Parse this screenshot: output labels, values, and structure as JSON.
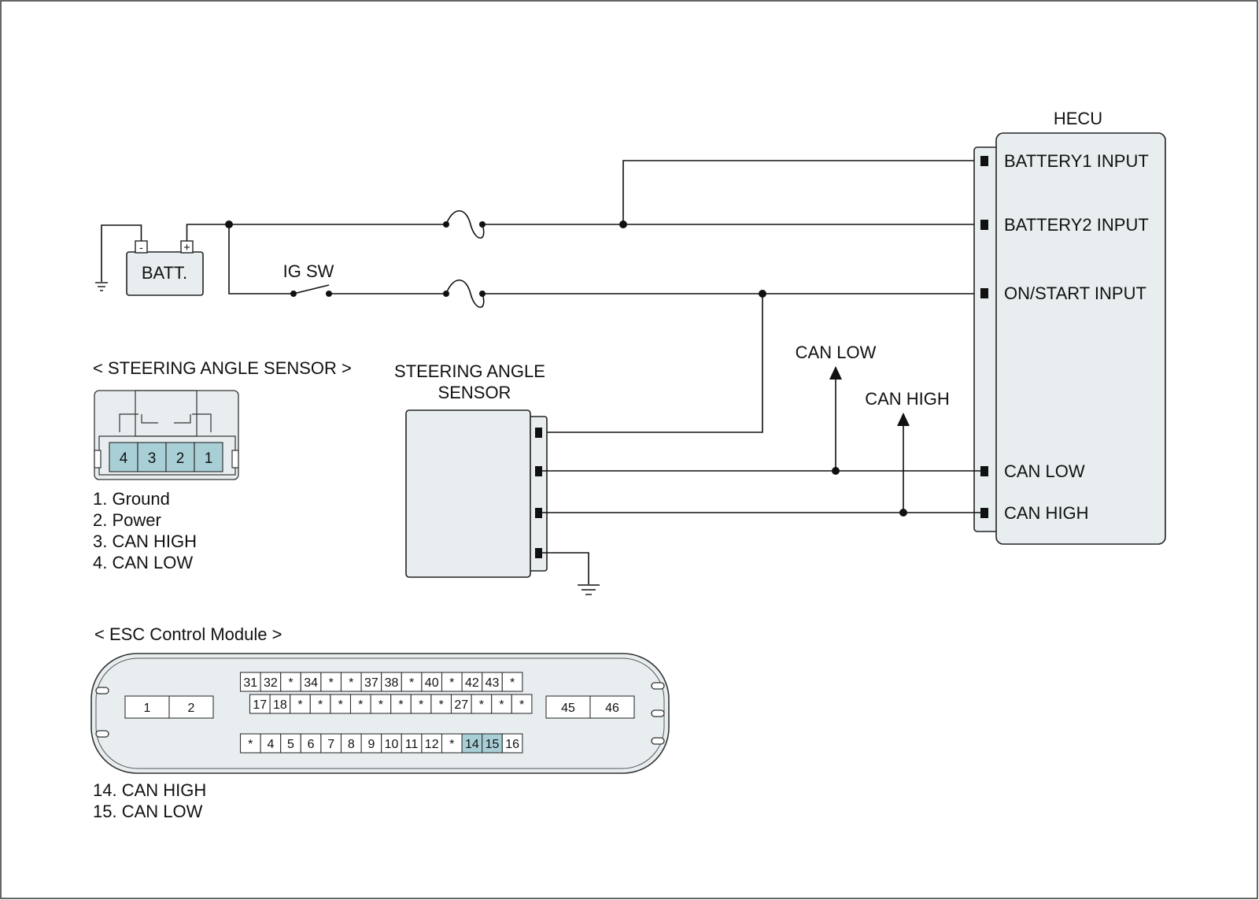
{
  "battery": {
    "label": "BATT.",
    "neg": "-",
    "pos": "+"
  },
  "ig_switch": {
    "label": "IG SW"
  },
  "hecu": {
    "title": "HECU",
    "pins": [
      "BATTERY1 INPUT",
      "BATTERY2 INPUT",
      "ON/START INPUT",
      "CAN LOW",
      "CAN HIGH"
    ]
  },
  "sensor_block": {
    "title_line1": "STEERING ANGLE",
    "title_line2": "SENSOR"
  },
  "can_arrows": {
    "can_low": "CAN LOW",
    "can_high": "CAN HIGH"
  },
  "sas_connector": {
    "title": "< STEERING ANGLE SENSOR >",
    "pins": [
      "4",
      "3",
      "2",
      "1"
    ],
    "legend": [
      "1. Ground",
      "2. Power",
      "3. CAN HIGH",
      "4. CAN LOW"
    ]
  },
  "esc_connector": {
    "title": "< ESC Control Module >",
    "row1": [
      "31",
      "32",
      "*",
      "34",
      "*",
      "*",
      "37",
      "38",
      "*",
      "40",
      "*",
      "42",
      "43",
      "*"
    ],
    "row2": [
      "17",
      "18",
      "*",
      "*",
      "*",
      "*",
      "*",
      "*",
      "*",
      "*",
      "27",
      "*",
      "*",
      "*"
    ],
    "row3": [
      "*",
      "4",
      "5",
      "6",
      "7",
      "8",
      "9",
      "10",
      "11",
      "12",
      "*",
      "14",
      "15",
      "16"
    ],
    "left_block": [
      "1",
      "2"
    ],
    "right_block": [
      "45",
      "46"
    ],
    "legend": [
      "14. CAN HIGH",
      "15. CAN LOW"
    ]
  },
  "colors": {
    "component_fill": "#e8eef0",
    "highlight_pin": "#a9cfd6",
    "line": "#111111"
  }
}
